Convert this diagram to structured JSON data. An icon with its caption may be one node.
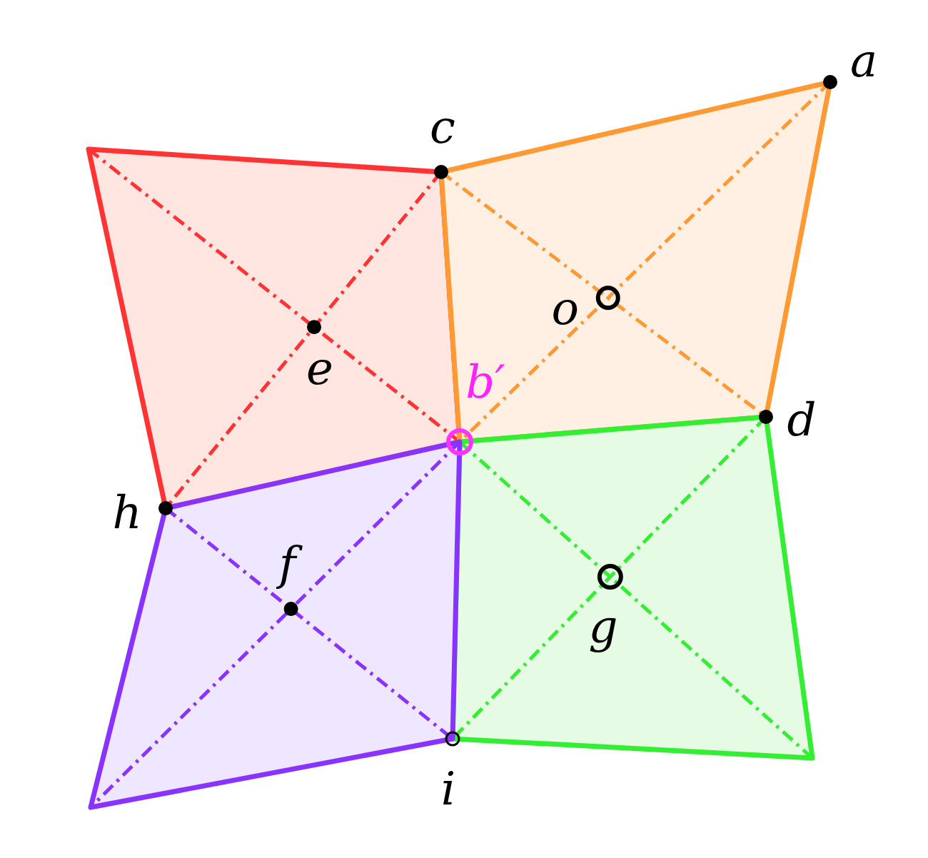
{
  "diagram": {
    "labels": [
      "a",
      "c",
      "o",
      "e",
      "b′",
      "d",
      "h",
      "f",
      "g",
      "i"
    ]
  }
}
